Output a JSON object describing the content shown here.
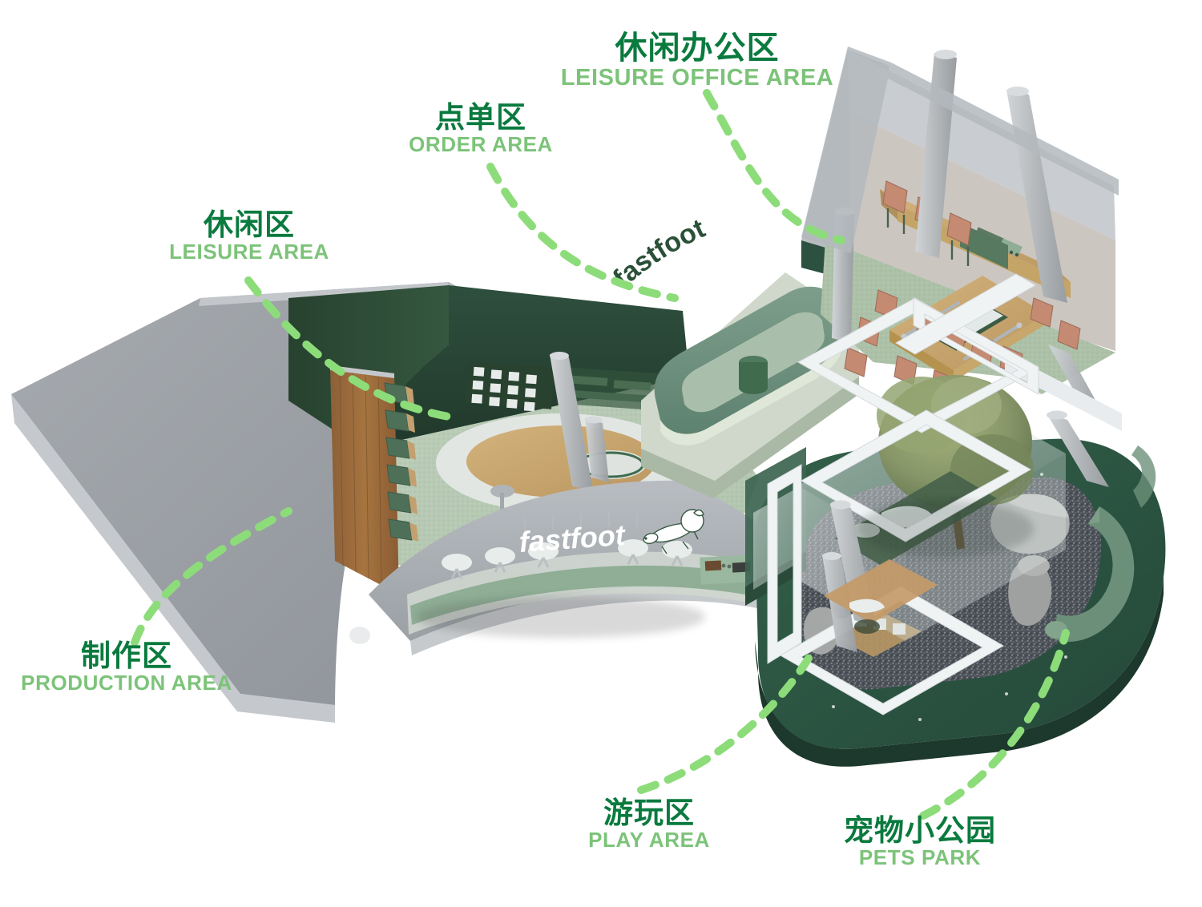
{
  "scene": {
    "kind": "architectural-axonometric-zoning-diagram",
    "background_color": "#ffffff",
    "signage": {
      "roof_sign_text": "fastfoot",
      "wall_sign_text": "fastfoot",
      "mascot": "dog-mascot"
    },
    "palette": {
      "label_cn": "#0a7a3e",
      "label_en": "#7cc379",
      "leader_dash": "#8ddc7a",
      "roof_grey": "#9a9ea3",
      "roof_grey_light": "#b4b8bd",
      "slab_edge": "#c9ccd0",
      "wall_dark_green": "#2c4a3b",
      "wall_deep_green": "#24402f",
      "floor_sage": "#b9cbb7",
      "counter_sage": "#6e907e",
      "counter_sage_light": "#88a691",
      "wood_warm": "#9c6a3e",
      "wood_light": "#c9a36a",
      "wood_pale": "#d8c39a",
      "chair_terracotta": "#c18a72",
      "chair_green": "#4e7059",
      "column_grey": "#b8bcbf",
      "glass_white": "#eef1f2",
      "gravel_dark": "#4a4f55",
      "tree_olive": "#8a9a64",
      "park_green": "#2d5744",
      "stone_grey": "#a8aaa9"
    }
  },
  "labels": [
    {
      "id": "leisure-office-area",
      "cn": "休闲办公区",
      "en": "LEISURE OFFICE AREA",
      "align": "center",
      "size": "lg"
    },
    {
      "id": "order-area",
      "cn": "点单区",
      "en": "ORDER AREA",
      "align": "center",
      "size": "md"
    },
    {
      "id": "leisure-area",
      "cn": "休闲区",
      "en": "LEISURE AREA",
      "align": "center",
      "size": "md"
    },
    {
      "id": "production-area",
      "cn": "制作区",
      "en": "PRODUCTION AREA",
      "align": "center",
      "size": "md"
    },
    {
      "id": "play-area",
      "cn": "游玩区",
      "en": "PLAY AREA",
      "align": "center",
      "size": "md"
    },
    {
      "id": "pets-park",
      "cn": "宠物小公园",
      "en": "PETS PARK",
      "align": "center",
      "size": "md"
    }
  ],
  "leader_lines": [
    {
      "id": "leader-leisure-office",
      "from": "leisure-office-area",
      "to": "office-zone"
    },
    {
      "id": "leader-order",
      "from": "order-area",
      "to": "order-counter"
    },
    {
      "id": "leader-leisure",
      "from": "leisure-area",
      "to": "leisure-zone"
    },
    {
      "id": "leader-production",
      "from": "production-area",
      "to": "production-roof"
    },
    {
      "id": "leader-play",
      "from": "play-area",
      "to": "play-zone"
    },
    {
      "id": "leader-pets",
      "from": "pets-park",
      "to": "pets-zone"
    }
  ]
}
